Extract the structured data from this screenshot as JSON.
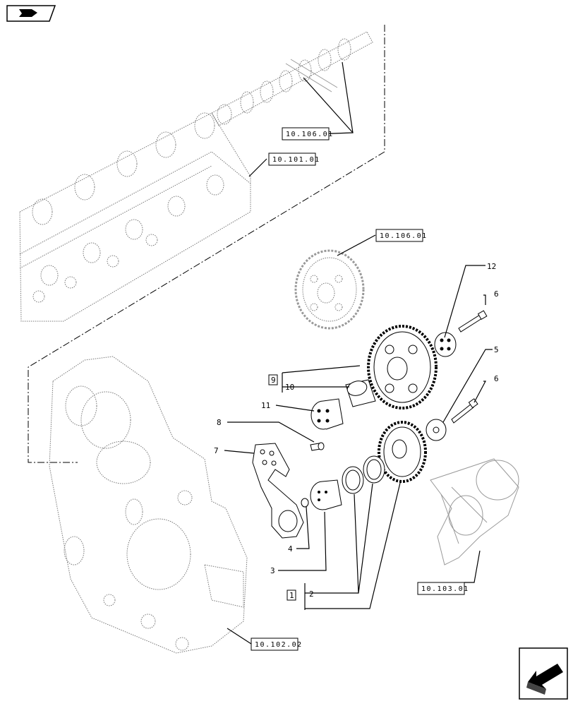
{
  "refs": {
    "camshaft": "10.106.01",
    "cylinder_head": "10.101.01",
    "cam_gear": "10.106.01",
    "crankshaft": "10.103.01",
    "timing_case": "10.102.02"
  },
  "items": {
    "i1": "1",
    "i2": "2",
    "i3": "3",
    "i4": "4",
    "i5": "5",
    "i6a": "6",
    "i6b": "6",
    "i7": "7",
    "i8": "8",
    "i9": "9",
    "i10": "10",
    "i11": "11",
    "i12": "12"
  },
  "icons": {
    "top_left": "hand-pointing-icon",
    "bottom_right": "next-page-arrow-icon"
  }
}
